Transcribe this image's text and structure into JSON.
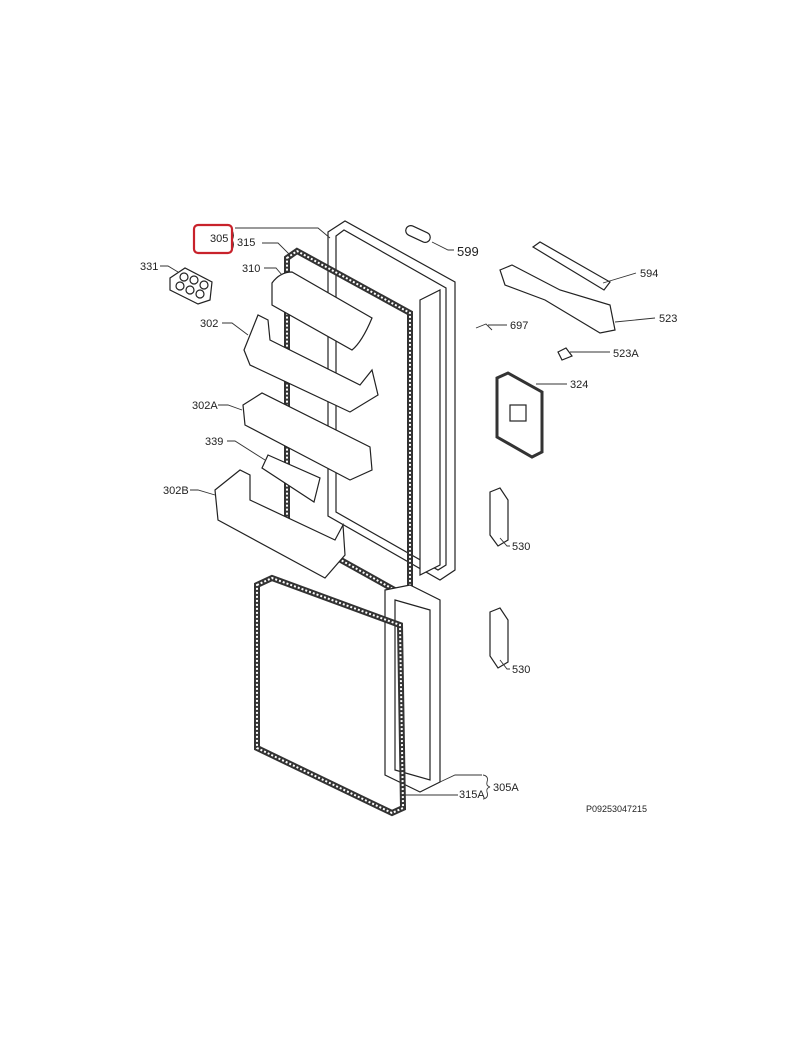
{
  "diagram": {
    "drawing_number": "P09253047215",
    "highlight_color": "#c8222b",
    "highlighted_part": "305",
    "parts": [
      {
        "id": "p305",
        "label": "305"
      },
      {
        "id": "p315",
        "label": "315"
      },
      {
        "id": "p599",
        "label": "599"
      },
      {
        "id": "p331",
        "label": "331"
      },
      {
        "id": "p310",
        "label": "310"
      },
      {
        "id": "p594",
        "label": "594"
      },
      {
        "id": "p302",
        "label": "302"
      },
      {
        "id": "p697",
        "label": "697"
      },
      {
        "id": "p523",
        "label": "523"
      },
      {
        "id": "p523a",
        "label": "523A"
      },
      {
        "id": "p324",
        "label": "324"
      },
      {
        "id": "p302a",
        "label": "302A"
      },
      {
        "id": "p339",
        "label": "339"
      },
      {
        "id": "p302b",
        "label": "302B"
      },
      {
        "id": "p530a",
        "label": "530"
      },
      {
        "id": "p530b",
        "label": "530"
      },
      {
        "id": "p305a",
        "label": "305A"
      },
      {
        "id": "p315a",
        "label": "315A"
      }
    ]
  }
}
